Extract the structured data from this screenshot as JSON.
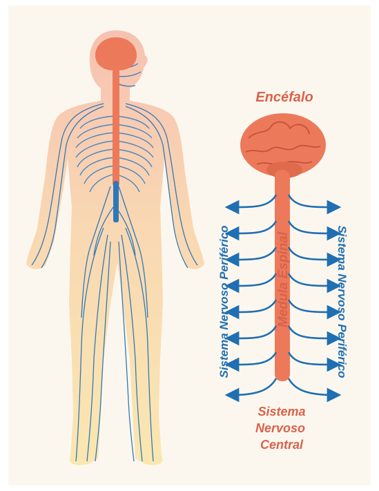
{
  "labels": {
    "brain": "Encéfalo",
    "spinal_cord": "Medula Espinal",
    "pns_left": "Sistema Nervoso Periférico",
    "pns_right": "Sistema Nervoso Periférico",
    "cns_line1": "Sistema",
    "cns_line2": "Nervoso",
    "cns_line3": "Central"
  },
  "colors": {
    "background": "#fcf7ee",
    "nerve_blue": "#1f6fb2",
    "cns_orange": "#ec7a5a",
    "label_red": "#d9624a",
    "skin_pink": "#f7c7b5",
    "skin_yellow": "#f8dfa0"
  }
}
